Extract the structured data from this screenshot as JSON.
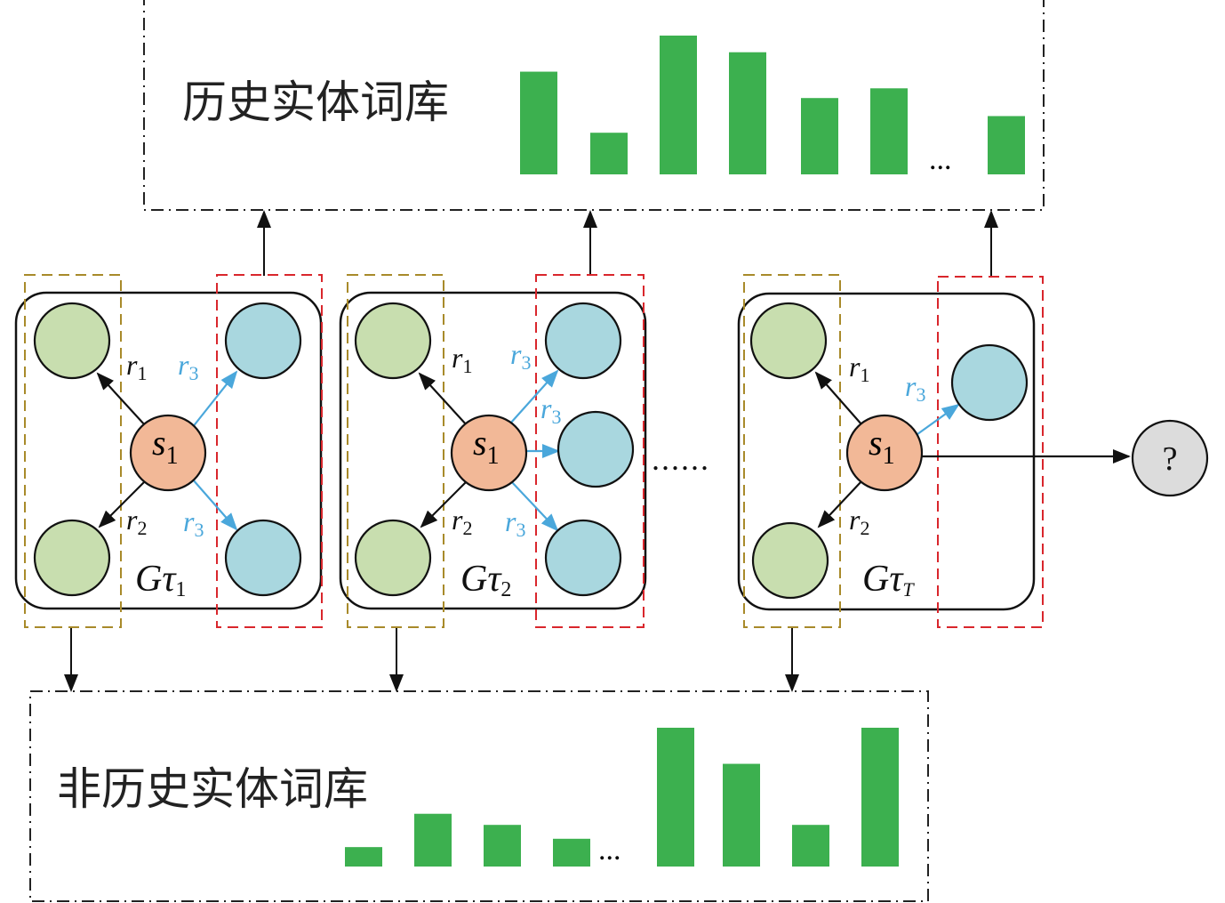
{
  "history_vocab": {
    "label": "历史实体词库",
    "bars": [
      0.74,
      0.3,
      1.0,
      0.88,
      0.55,
      0.62,
      0.42
    ],
    "ellipsis": "..."
  },
  "non_history_vocab": {
    "label": "非历史实体词库",
    "bars": [
      0.14,
      0.38,
      0.3,
      0.2,
      1.0,
      0.74,
      0.3,
      1.0
    ],
    "ellipsis": "..."
  },
  "graphs": [
    {
      "name": "Gτ",
      "sub": "1",
      "subject": "s",
      "subject_sub": "1"
    },
    {
      "name": "Gτ",
      "sub": "2",
      "subject": "s",
      "subject_sub": "1"
    },
    {
      "name": "Gτ",
      "sub": "T",
      "subject": "s",
      "subject_sub": "1"
    }
  ],
  "relations": {
    "r1": "1",
    "r2": "2",
    "r3": "3",
    "r": "r"
  },
  "between_ellipsis": "......",
  "query_node": "?",
  "colors": {
    "bar": "#3cb04f",
    "history_node": "#c8deaf",
    "new_node": "#a9d7df",
    "subject_node": "#f2b897",
    "query_node": "#dcdcdc",
    "r3_edge": "#4aa7db",
    "history_box": "#a88a2a",
    "new_box": "#d9262c"
  }
}
